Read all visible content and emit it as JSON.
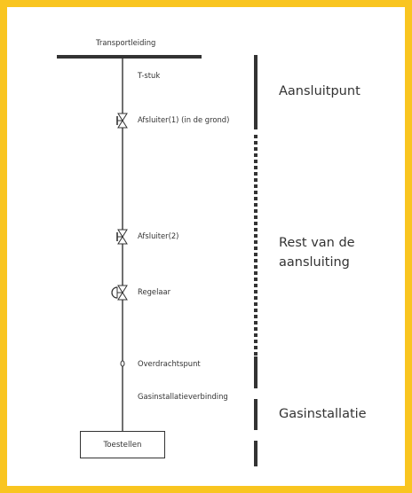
{
  "diagram": {
    "pipe_label": "Transportleiding",
    "components": {
      "tee": "T-stuk",
      "valve1": "Afsluiter(1) (in de grond)",
      "valve2": "Afsluiter(2)",
      "regulator": "Regelaar",
      "transfer_point": "Overdrachtspunt",
      "gas_connection": "Gasinstallatieverbinding"
    },
    "device_box": "Toestellen",
    "zones": {
      "connection_point": "Aansluitpunt",
      "rest_line1": "Rest van de",
      "rest_line2": "aansluiting",
      "gas_installation": "Gasinstallatie"
    },
    "colors": {
      "frame": "#f9c520",
      "lines": "#333333"
    }
  }
}
